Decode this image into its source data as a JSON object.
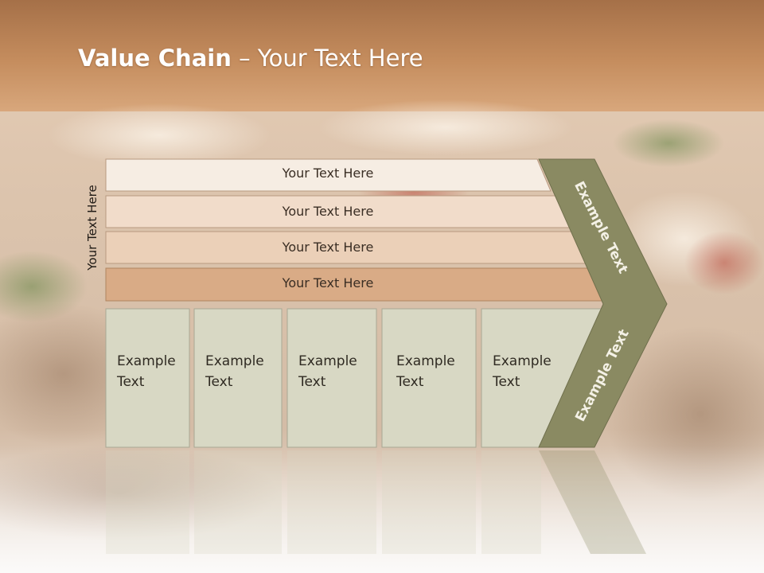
{
  "colors": {
    "header": "#c08a5c",
    "row1": "#f6ede3",
    "row2": "#f1dcca",
    "row3": "#ebd0b8",
    "row4": "#d9ab86",
    "box_fill": "#d8d8c4",
    "chevron": "#8a8a62"
  },
  "title": {
    "bold": "Value Chain",
    "rest": " – Your Text Here"
  },
  "side_label": "Your Text Here",
  "rows": [
    {
      "label": "Your Text Here"
    },
    {
      "label": "Your Text Here"
    },
    {
      "label": "Your Text Here"
    },
    {
      "label": "Your Text Here"
    }
  ],
  "boxes": [
    {
      "line1": "Example",
      "line2": "Text"
    },
    {
      "line1": "Example",
      "line2": "Text"
    },
    {
      "line1": "Example",
      "line2": "Text"
    },
    {
      "line1": "Example",
      "line2": "Text"
    },
    {
      "line1": "Example",
      "line2": "Text"
    }
  ],
  "chevron": {
    "top_label": "Example Text",
    "bottom_label": "Example Text"
  }
}
